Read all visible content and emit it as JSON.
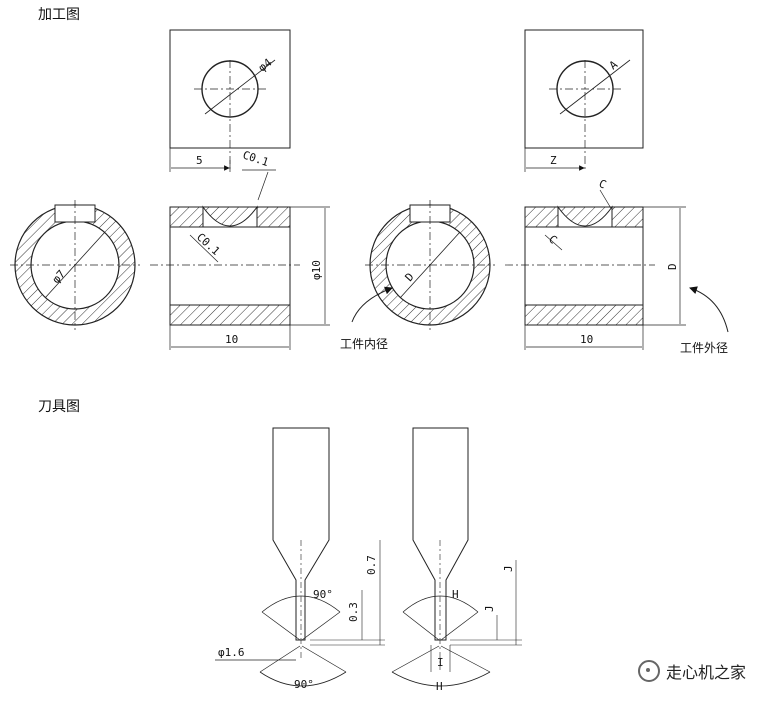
{
  "sections": {
    "processing": "加工图",
    "tool": "刀具图"
  },
  "labels": {
    "workpiece_inner": "工件内径",
    "workpiece_outer": "工件外径"
  },
  "dims": {
    "phi4": "φ4",
    "A": "A",
    "d5": "5",
    "Z": "Z",
    "c01_top": "C0.1",
    "c01_inner": "C0.1",
    "C_top": "C",
    "C_inner": "C",
    "phi7": "φ7",
    "phi10": "φ10",
    "D_circle": "D",
    "D_side": "D",
    "len10_left": "10",
    "len10_right": "10",
    "angle90_top": "90°",
    "angle90_bottom": "90°",
    "d07": "0.7",
    "d03": "0.3",
    "phi16": "φ1.6",
    "H_top": "H",
    "H_bottom": "H",
    "J_top": "J",
    "J_small": "J",
    "I": "I"
  },
  "watermark": {
    "text": "走心机之家",
    "icon": "wechat-icon"
  }
}
